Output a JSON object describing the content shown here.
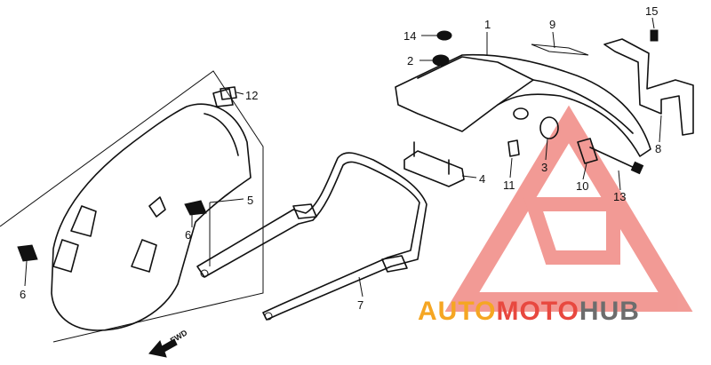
{
  "callouts": [
    {
      "id": "c1",
      "text": "1"
    },
    {
      "id": "c2",
      "text": "2"
    },
    {
      "id": "c3",
      "text": "3"
    },
    {
      "id": "c4",
      "text": "4"
    },
    {
      "id": "c5",
      "text": "5"
    },
    {
      "id": "c6a",
      "text": "6"
    },
    {
      "id": "c6b",
      "text": "6"
    },
    {
      "id": "c7",
      "text": "7"
    },
    {
      "id": "c8",
      "text": "8"
    },
    {
      "id": "c9",
      "text": "9"
    },
    {
      "id": "c10",
      "text": "10"
    },
    {
      "id": "c11",
      "text": "11"
    },
    {
      "id": "c12",
      "text": "12"
    },
    {
      "id": "c13",
      "text": "13"
    },
    {
      "id": "c14",
      "text": "14"
    },
    {
      "id": "c15",
      "text": "15"
    }
  ],
  "direction_label": "FWD",
  "watermark": {
    "part1": "AUTO",
    "part2": "MOTO",
    "part3": "HUB",
    "color_orange": "#f5a623",
    "color_red": "#e8483f",
    "color_gray": "#6d6d6d"
  }
}
